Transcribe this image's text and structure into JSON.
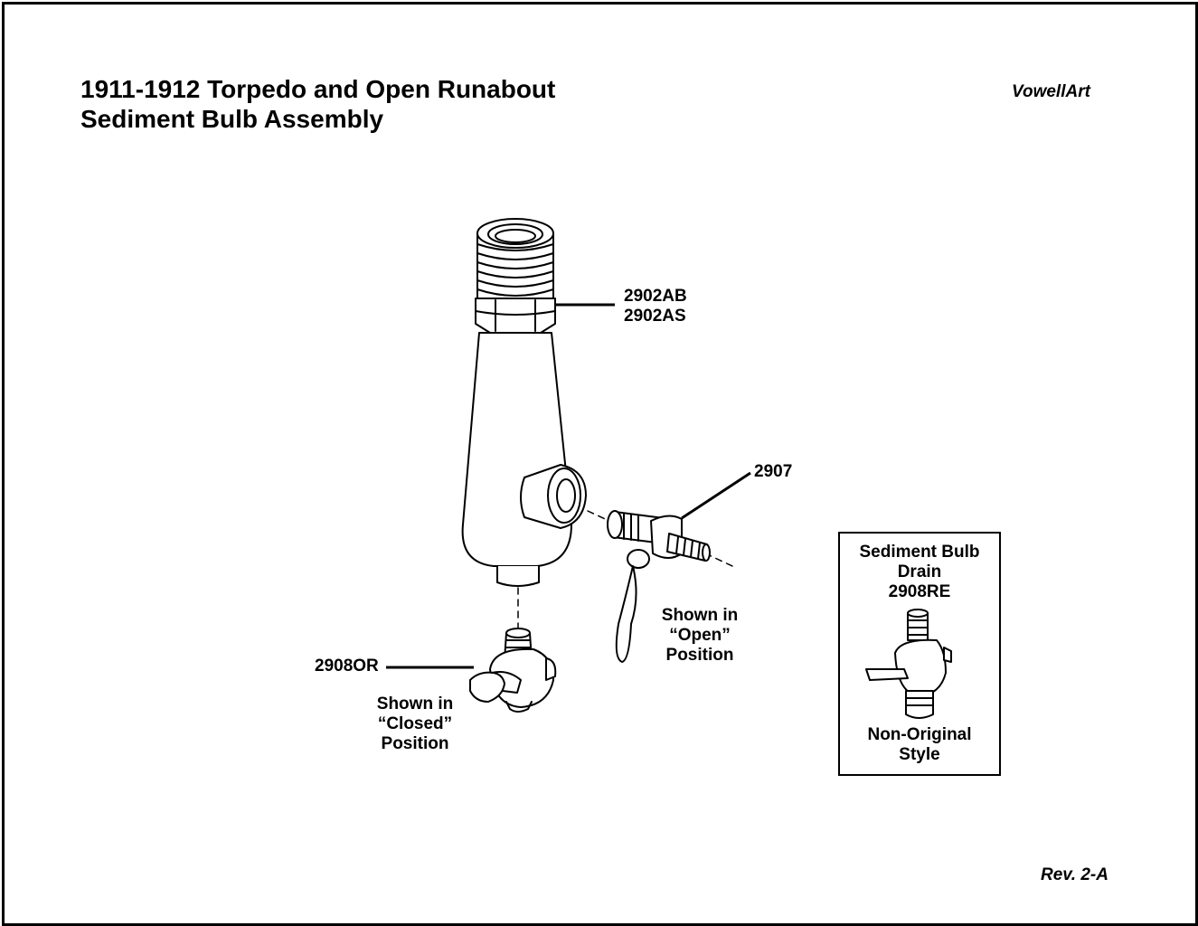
{
  "title": {
    "line1": "1911-1912 Torpedo and Open Runabout",
    "line2": "Sediment Bulb Assembly"
  },
  "brand": "VowellArt",
  "revision": "Rev. 2-A",
  "parts": {
    "bulb_part_1": "2902AB",
    "bulb_part_2": "2902AS",
    "petcock_part": "2907",
    "drain_part": "2908OR"
  },
  "captions": {
    "open_line1": "Shown in",
    "open_line2": "“Open”",
    "open_line3": "Position",
    "closed_line1": "Shown in",
    "closed_line2": "“Closed”",
    "closed_line3": "Position"
  },
  "inset": {
    "heading_line1": "Sediment Bulb",
    "heading_line2": "Drain",
    "part": "2908RE",
    "footer_line1": "Non-Original",
    "footer_line2": "Style"
  }
}
